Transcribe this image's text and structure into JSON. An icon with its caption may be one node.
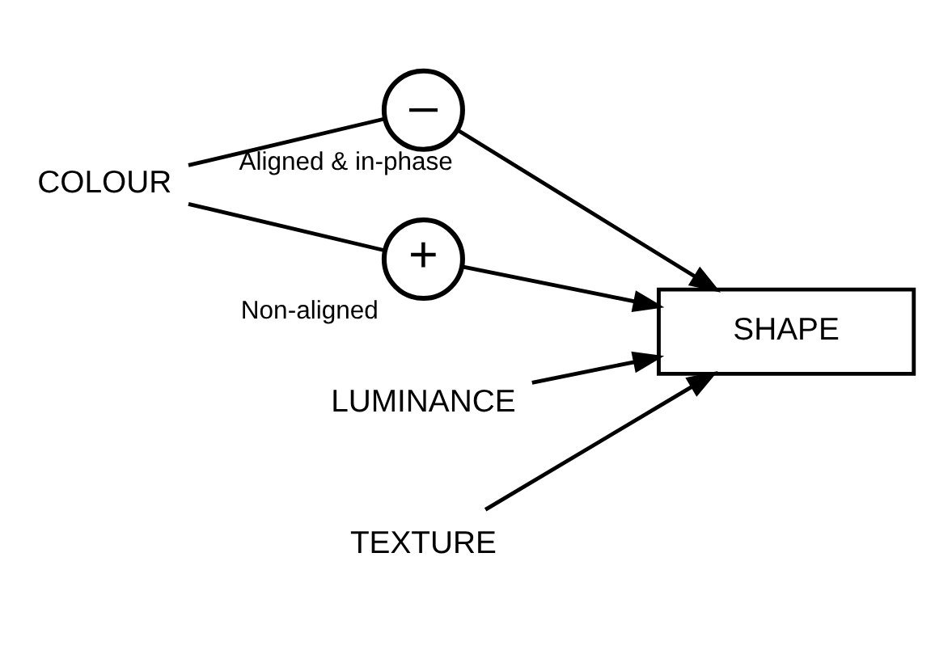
{
  "diagram": {
    "nodes": [
      {
        "text": [
          "COLOUR"
        ]
      },
      {
        "text": [
          "–"
        ],
        "beside": [
          "Aligned & in-phase"
        ]
      },
      {
        "text": [
          "+"
        ],
        "beside": [
          "Non-aligned"
        ]
      },
      {
        "text": [
          "LUMINANCE"
        ]
      },
      {
        "text": [
          "TEXTURE"
        ]
      },
      {
        "text": [
          "SHAPE"
        ]
      }
    ],
    "edges": [
      {
        "from": 0,
        "to": 1,
        "arrow": "none"
      },
      {
        "from": 0,
        "to": 2,
        "arrow": "none"
      },
      {
        "from": 1,
        "to": 5,
        "arrow": "to"
      },
      {
        "from": 2,
        "to": 5,
        "arrow": "to"
      },
      {
        "from": 3,
        "to": 5,
        "arrow": "to"
      },
      {
        "from": 4,
        "to": 5,
        "arrow": "to"
      }
    ]
  }
}
